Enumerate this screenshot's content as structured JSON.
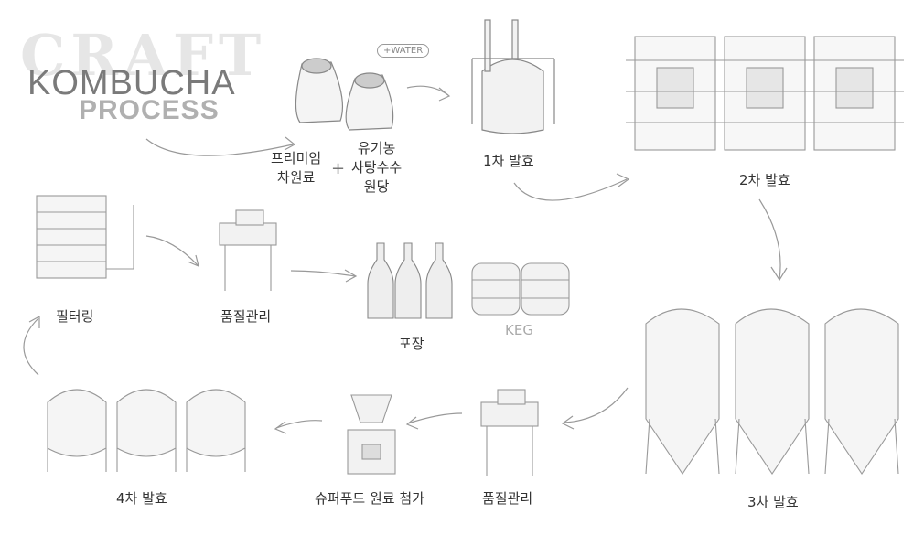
{
  "title": {
    "craft": "CRAFT",
    "kombucha": "KOMBUCHA",
    "process": "PROCESS"
  },
  "water": "+WATER",
  "plus": "+",
  "steps": {
    "premium": [
      "프리미엄",
      "차원료"
    ],
    "organic": [
      "유기농",
      "사탕수수",
      "원당"
    ],
    "ferment1": "1차 발효",
    "ferment2": "2차 발효",
    "ferment3": "3차 발효",
    "qc_bottom": "품질관리",
    "superfood": "슈퍼푸드 원료 첨가",
    "ferment4": "4차 발효",
    "filtering": "필터링",
    "qc_mid": "품질관리",
    "packaging": "포장",
    "keg": "KEG"
  }
}
